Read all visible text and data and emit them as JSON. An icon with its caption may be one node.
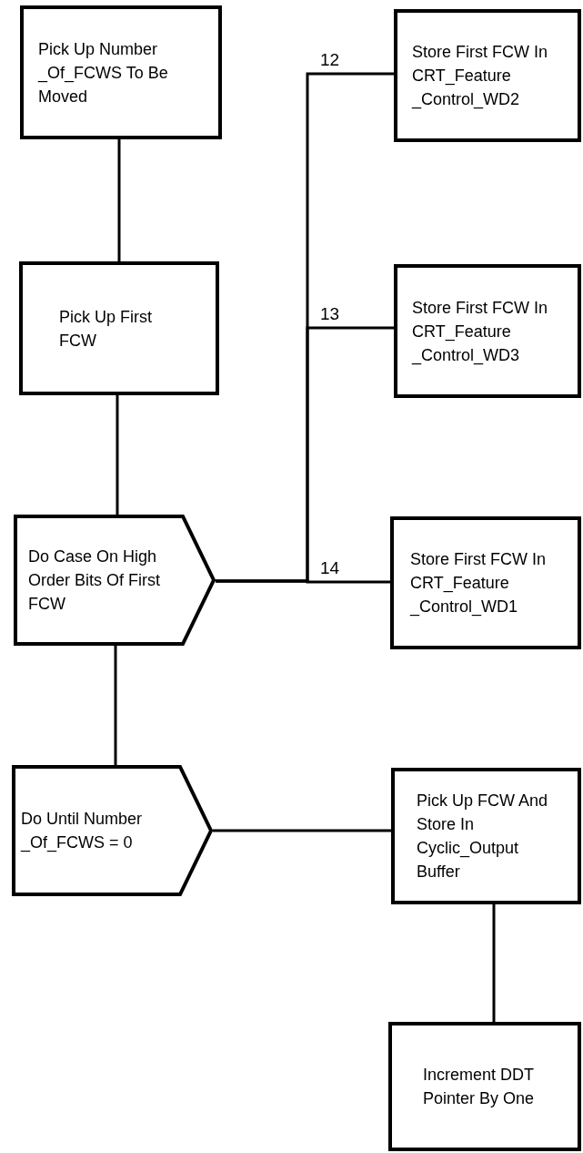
{
  "diagram": {
    "nodes": [
      {
        "text": [
          "Pick Up Number _Of_FCWS To Be Moved"
        ]
      },
      {
        "text": [
          "Store First FCW In CRT_Feature _Control_WD2"
        ]
      },
      {
        "text": [
          "Pick Up First FCW"
        ]
      },
      {
        "text": [
          "Store First FCW In CRT_Feature _Control_WD3"
        ]
      },
      {
        "text": [
          "Do Case On High Order Bits Of First FCW"
        ]
      },
      {
        "text": [
          "Store First FCW In CRT_Feature _Control_WD1"
        ]
      },
      {
        "text": [
          "Do Until Number _Of_FCWS = 0"
        ]
      },
      {
        "text": [
          "Pick Up FCW And Store In Cyclic_Output Buffer"
        ]
      },
      {
        "text": [
          "Increment DDT Pointer By One"
        ]
      }
    ],
    "edges": [
      {
        "from": 0,
        "to": 2,
        "arrow": "none"
      },
      {
        "from": 2,
        "to": 4,
        "arrow": "none"
      },
      {
        "from": 4,
        "to": 1,
        "arrow": "none",
        "label": "12"
      },
      {
        "from": 4,
        "to": 3,
        "arrow": "none",
        "label": "13"
      },
      {
        "from": 4,
        "to": 5,
        "arrow": "none",
        "label": "14"
      },
      {
        "from": 4,
        "to": 6,
        "arrow": "none"
      },
      {
        "from": 6,
        "to": 7,
        "arrow": "none"
      },
      {
        "from": 7,
        "to": 8,
        "arrow": "none"
      }
    ]
  }
}
